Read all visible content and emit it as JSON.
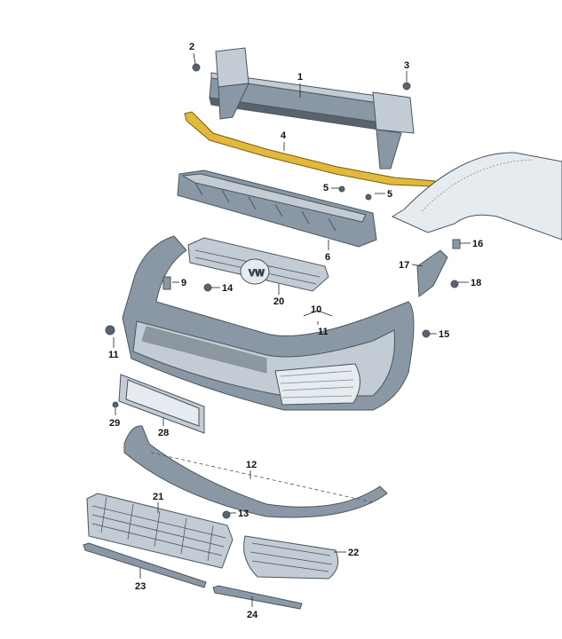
{
  "diagram": {
    "accent_color": "#e2b93b",
    "part_color": "#8a98a5",
    "highlighted_part": "4",
    "callouts": [
      {
        "id": "c1",
        "label": "1"
      },
      {
        "id": "c2",
        "label": "2"
      },
      {
        "id": "c3",
        "label": "3"
      },
      {
        "id": "c4",
        "label": "4"
      },
      {
        "id": "c5a",
        "label": "5"
      },
      {
        "id": "c5b",
        "label": "5"
      },
      {
        "id": "c6",
        "label": "6"
      },
      {
        "id": "c9",
        "label": "9"
      },
      {
        "id": "c10",
        "label": "10"
      },
      {
        "id": "c11a",
        "label": "11"
      },
      {
        "id": "c11b",
        "label": "11"
      },
      {
        "id": "c12",
        "label": "12"
      },
      {
        "id": "c13",
        "label": "13"
      },
      {
        "id": "c14",
        "label": "14"
      },
      {
        "id": "c15",
        "label": "15"
      },
      {
        "id": "c16",
        "label": "16"
      },
      {
        "id": "c17",
        "label": "17"
      },
      {
        "id": "c18",
        "label": "18"
      },
      {
        "id": "c20",
        "label": "20"
      },
      {
        "id": "c21",
        "label": "21"
      },
      {
        "id": "c22",
        "label": "22"
      },
      {
        "id": "c23",
        "label": "23"
      },
      {
        "id": "c24",
        "label": "24"
      },
      {
        "id": "c28",
        "label": "28"
      },
      {
        "id": "c29",
        "label": "29"
      }
    ]
  }
}
